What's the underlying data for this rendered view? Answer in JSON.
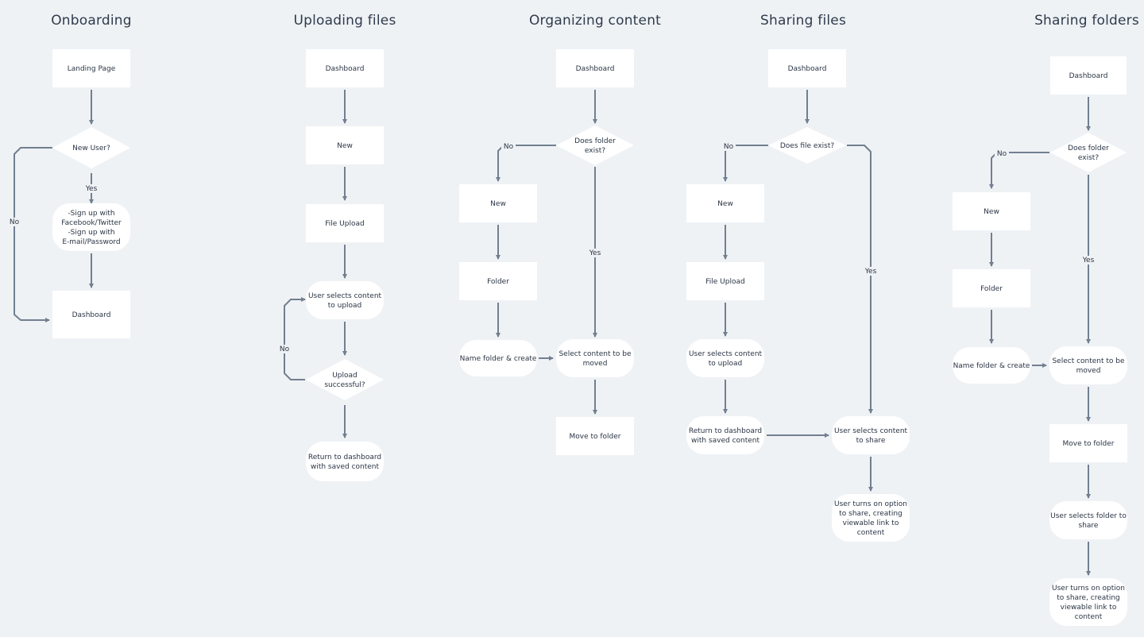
{
  "colors": {
    "background": "#eff2f5",
    "node_fill": "#ffffff",
    "connector": "#717f90",
    "text": "#2b3545"
  },
  "icons": [
    "arrow-head"
  ],
  "flows": [
    {
      "title": "Onboarding",
      "nodes": [
        {
          "id": "landing",
          "shape": "rect",
          "lines": [
            "Landing Page"
          ]
        },
        {
          "id": "new_user",
          "shape": "diamond",
          "lines": [
            "New User?"
          ]
        },
        {
          "id": "signup",
          "shape": "pill",
          "lines": [
            "-Sign up with",
            "Facebook/Twitter",
            "-Sign up with",
            "E-mail/Password"
          ]
        },
        {
          "id": "dashboard",
          "shape": "rect",
          "lines": [
            "Dashboard"
          ]
        }
      ],
      "edge_labels": [
        "Yes",
        "No"
      ]
    },
    {
      "title": "Uploading files",
      "nodes": [
        {
          "id": "dashboard",
          "shape": "rect",
          "lines": [
            "Dashboard"
          ]
        },
        {
          "id": "new",
          "shape": "rect",
          "lines": [
            "New"
          ]
        },
        {
          "id": "file_upload",
          "shape": "rect",
          "lines": [
            "File Upload"
          ]
        },
        {
          "id": "select",
          "shape": "pill",
          "lines": [
            "User selects content",
            "to upload"
          ]
        },
        {
          "id": "success",
          "shape": "diamond",
          "lines": [
            "Upload",
            "successful?"
          ]
        },
        {
          "id": "return",
          "shape": "pill",
          "lines": [
            "Return to dashboard",
            "with saved content"
          ]
        }
      ],
      "edge_labels": [
        "No"
      ]
    },
    {
      "title": "Organizing content",
      "nodes": [
        {
          "id": "dashboard",
          "shape": "rect",
          "lines": [
            "Dashboard"
          ]
        },
        {
          "id": "folder_exist",
          "shape": "diamond",
          "lines": [
            "Does folder",
            "exist?"
          ]
        },
        {
          "id": "new",
          "shape": "rect",
          "lines": [
            "New"
          ]
        },
        {
          "id": "folder",
          "shape": "rect",
          "lines": [
            "Folder"
          ]
        },
        {
          "id": "name_folder",
          "shape": "pill",
          "lines": [
            "Name folder & create"
          ]
        },
        {
          "id": "select_move",
          "shape": "pill",
          "lines": [
            "Select content to be",
            "moved"
          ]
        },
        {
          "id": "move",
          "shape": "rect",
          "lines": [
            "Move to folder"
          ]
        }
      ],
      "edge_labels": [
        "No",
        "Yes"
      ]
    },
    {
      "title": "Sharing files",
      "nodes": [
        {
          "id": "dashboard",
          "shape": "rect",
          "lines": [
            "Dashboard"
          ]
        },
        {
          "id": "file_exist",
          "shape": "diamond",
          "lines": [
            "Does file exist?"
          ]
        },
        {
          "id": "new",
          "shape": "rect",
          "lines": [
            "New"
          ]
        },
        {
          "id": "file_upload",
          "shape": "rect",
          "lines": [
            "File Upload"
          ]
        },
        {
          "id": "select_upload",
          "shape": "pill",
          "lines": [
            "User selects content",
            "to upload"
          ]
        },
        {
          "id": "return",
          "shape": "pill",
          "lines": [
            "Return to dashboard",
            "with saved content"
          ]
        },
        {
          "id": "select_share",
          "shape": "pill",
          "lines": [
            "User selects content",
            "to share"
          ]
        },
        {
          "id": "turn_on",
          "shape": "pill",
          "lines": [
            "User turns on option",
            "to share, creating",
            "viewable link to",
            "content"
          ]
        }
      ],
      "edge_labels": [
        "No",
        "Yes"
      ]
    },
    {
      "title": "Sharing folders",
      "nodes": [
        {
          "id": "dashboard",
          "shape": "rect",
          "lines": [
            "Dashboard"
          ]
        },
        {
          "id": "folder_exist",
          "shape": "diamond",
          "lines": [
            "Does folder",
            "exist?"
          ]
        },
        {
          "id": "new",
          "shape": "rect",
          "lines": [
            "New"
          ]
        },
        {
          "id": "folder",
          "shape": "rect",
          "lines": [
            "Folder"
          ]
        },
        {
          "id": "name_folder",
          "shape": "pill",
          "lines": [
            "Name folder & create"
          ]
        },
        {
          "id": "select_move",
          "shape": "pill",
          "lines": [
            "Select content to be",
            "moved"
          ]
        },
        {
          "id": "move",
          "shape": "rect",
          "lines": [
            "Move to folder"
          ]
        },
        {
          "id": "select_folder",
          "shape": "pill",
          "lines": [
            "User selects folder to",
            "share"
          ]
        },
        {
          "id": "turn_on",
          "shape": "pill",
          "lines": [
            "User turns on option",
            "to share, creating",
            "viewable link to",
            "content"
          ]
        }
      ],
      "edge_labels": [
        "No",
        "Yes"
      ]
    }
  ]
}
